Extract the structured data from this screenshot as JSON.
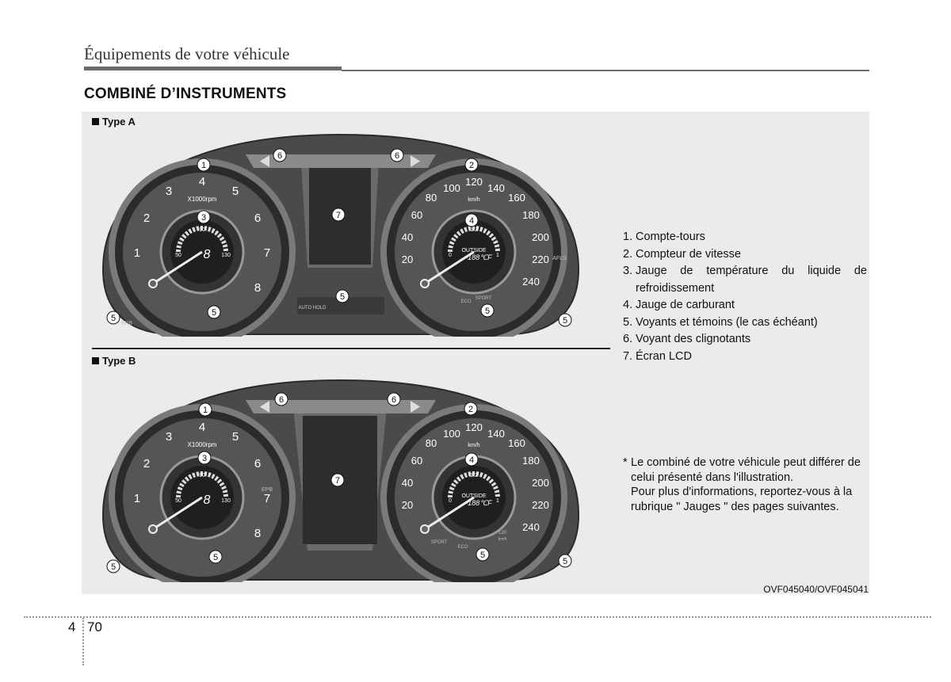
{
  "header": {
    "title": "Équipements de votre véhicule"
  },
  "section": {
    "title": "COMBINÉ D’INSTRUMENTS"
  },
  "type_a": {
    "label": "Type A"
  },
  "type_b": {
    "label": "Type B"
  },
  "gauge_labels": {
    "tach_numbers": [
      "1",
      "2",
      "3",
      "4",
      "5",
      "6",
      "7",
      "8"
    ],
    "tach_unit": "X1000rpm",
    "speed_numbers": [
      "20",
      "40",
      "60",
      "80",
      "100",
      "120",
      "140",
      "160",
      "180",
      "200",
      "220",
      "240"
    ],
    "speed_unit": "km/h",
    "temp_scale": [
      "50",
      "90",
      "130"
    ],
    "fuel_scale": [
      "0",
      "1/2",
      "1"
    ],
    "gear_display": "8",
    "outside_label": "OUTSIDE",
    "outside_temp": "-188℃F",
    "epb_label": "EPB",
    "auto_hold_label": "AUTO HOLD",
    "sport_label": "SPORT",
    "eco_label": "ECO",
    "afls_label": "AFLS",
    "speed_120_label": "120",
    "speed_120_unit": "km/h"
  },
  "callouts": {
    "c1": "1",
    "c2": "2",
    "c3": "3",
    "c4": "4",
    "c5": "5",
    "c6": "6",
    "c7": "7"
  },
  "legend": [
    {
      "num": "1.",
      "text": "Compte-tours"
    },
    {
      "num": "2.",
      "text": "Compteur de vitesse"
    },
    {
      "num": "3.",
      "text": "Jauge de température du liquide de refroidissement"
    },
    {
      "num": "4.",
      "text": "Jauge de carburant"
    },
    {
      "num": "5.",
      "text": "Voyants et témoins (le cas échéant)"
    },
    {
      "num": "6.",
      "text": "Voyant des clignotants"
    },
    {
      "num": "7.",
      "text": "Écran LCD"
    }
  ],
  "note": {
    "star": "*",
    "line1": "Le combiné de votre véhicule peut différer de celui présenté dans l'illustration.",
    "line2": "Pour plus d'informations, reportez-vous à la rubrique \" Jauges \" des pages suivantes."
  },
  "figure_code": "OVF045040/OVF045041",
  "footer": {
    "chapter": "4",
    "page": "70"
  }
}
